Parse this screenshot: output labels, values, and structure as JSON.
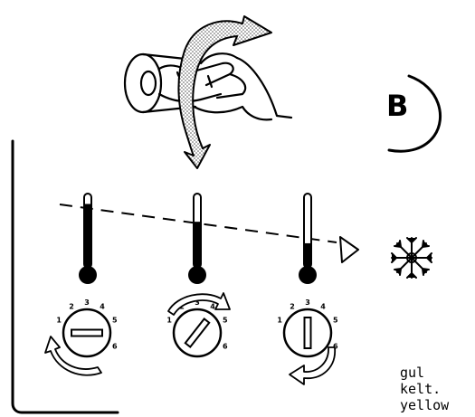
{
  "step": {
    "label": "B"
  },
  "dials": [
    {
      "id": "left",
      "numbers": [
        "1",
        "2",
        "3",
        "4",
        "5",
        "6"
      ]
    },
    {
      "id": "middle",
      "numbers": [
        "1",
        "2",
        "3",
        "4",
        "5",
        "6"
      ]
    },
    {
      "id": "right",
      "numbers": [
        "1",
        "2",
        "3",
        "4",
        "5",
        "6"
      ]
    }
  ],
  "thermometers": [
    {
      "id": "left",
      "mercury_level": 0.86
    },
    {
      "id": "middle",
      "mercury_level": 0.62
    },
    {
      "id": "right",
      "mercury_level": 0.33
    }
  ],
  "color_note": {
    "lines": [
      "gul",
      "kelt.",
      "yellow"
    ]
  },
  "icons": [
    "hand-turning-knob-icon",
    "rotation-arrow-icon",
    "snowflake-icon",
    "arrowhead-icon"
  ],
  "colors": {
    "ink": "#000000",
    "paper": "#ffffff",
    "stipple": "#555555"
  }
}
